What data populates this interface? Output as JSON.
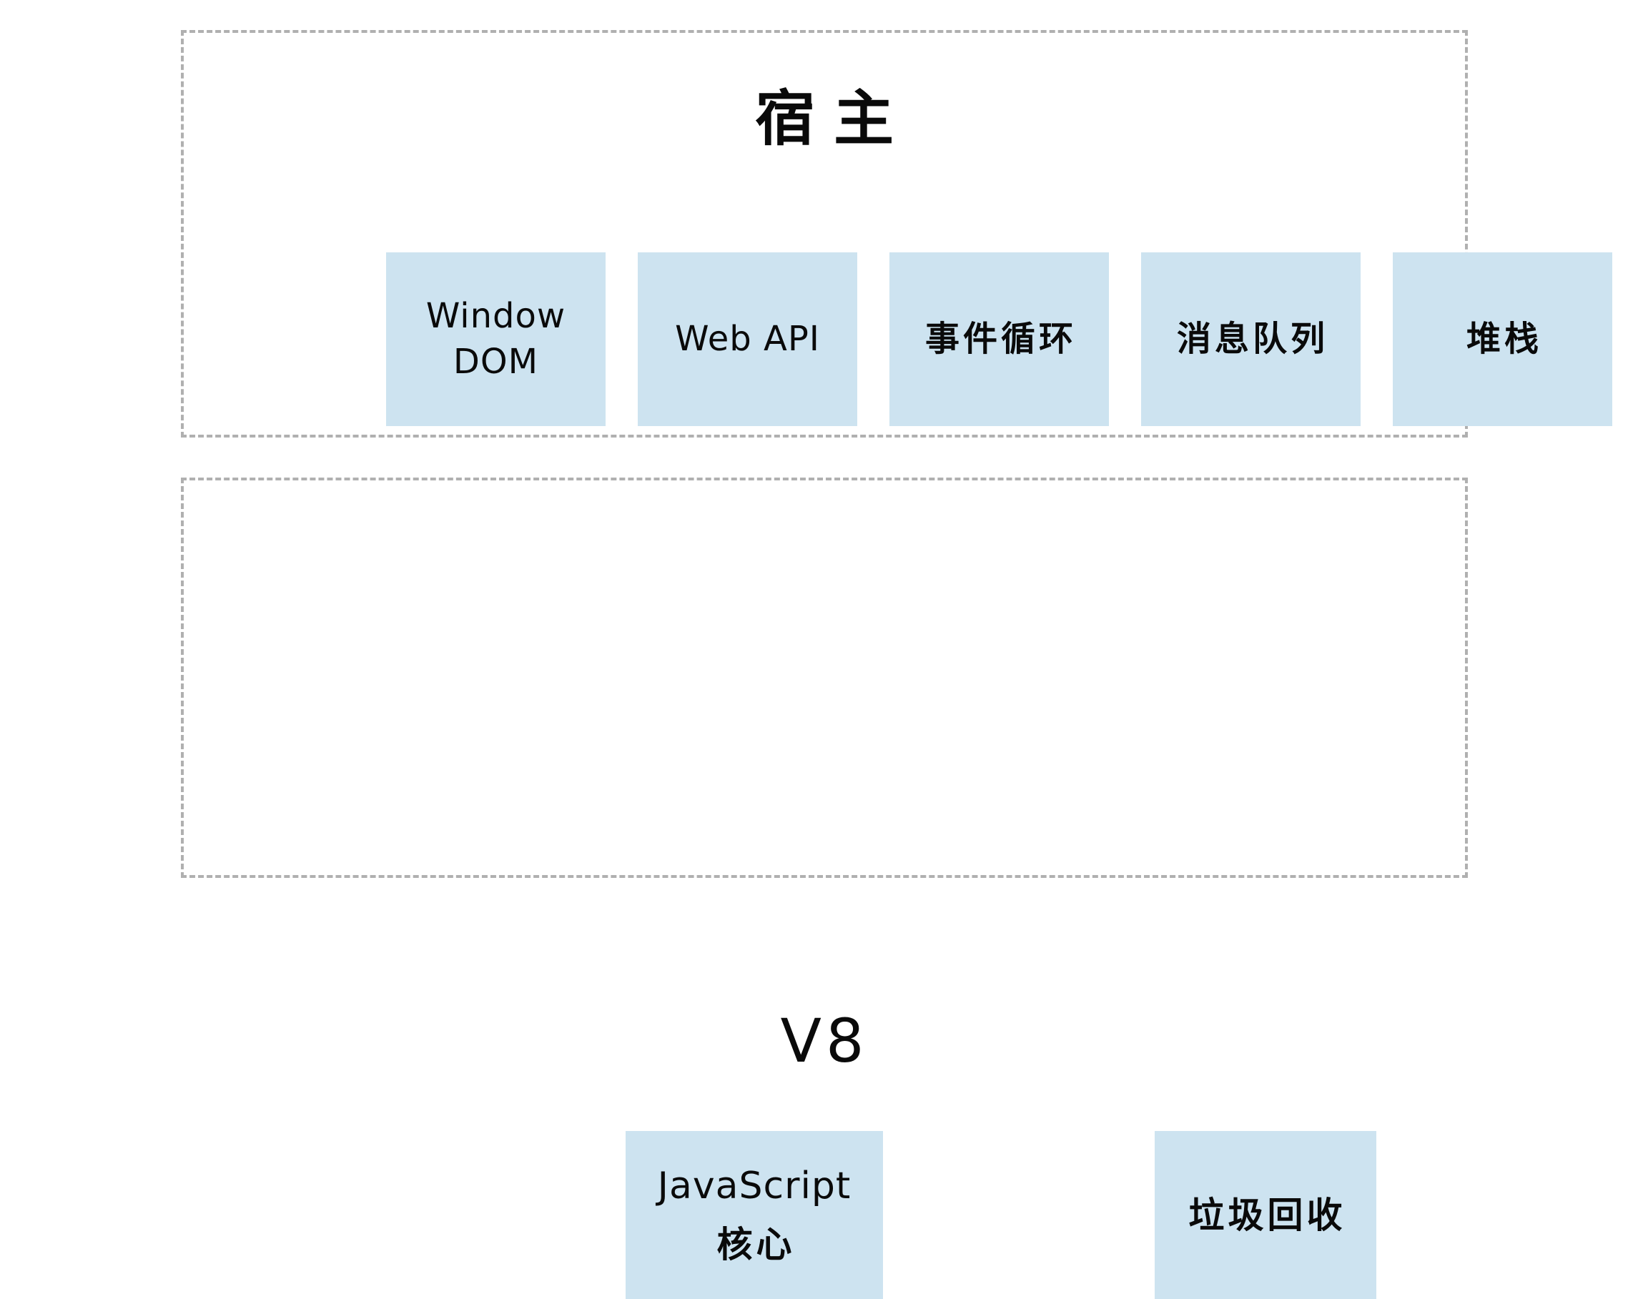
{
  "diagram": {
    "title_visible": false,
    "colors": {
      "box_fill": "#cde3f0",
      "border_dashed": "#b0b0b0",
      "text": "#0a0a0a",
      "background": "#ffffff"
    },
    "sections": [
      {
        "id": "host",
        "title": "宿主",
        "boxes": [
          {
            "id": "window-dom",
            "line1": "Window",
            "line2": "DOM",
            "script": "latin"
          },
          {
            "id": "web-api",
            "line1": "Web API",
            "line2": "",
            "script": "latin"
          },
          {
            "id": "event-loop",
            "line1": "事件循环",
            "line2": "",
            "script": "cjk"
          },
          {
            "id": "msg-queue",
            "line1": "消息队列",
            "line2": "",
            "script": "cjk"
          },
          {
            "id": "stack",
            "line1": "堆栈",
            "line2": "",
            "script": "cjk"
          }
        ]
      },
      {
        "id": "v8",
        "title": "V8",
        "boxes": [
          {
            "id": "js-core",
            "line1": "JavaScript",
            "line2": "核心",
            "script": "mixed"
          },
          {
            "id": "gc",
            "line1": "垃圾回收",
            "line2": "",
            "script": "cjk"
          }
        ]
      }
    ]
  }
}
